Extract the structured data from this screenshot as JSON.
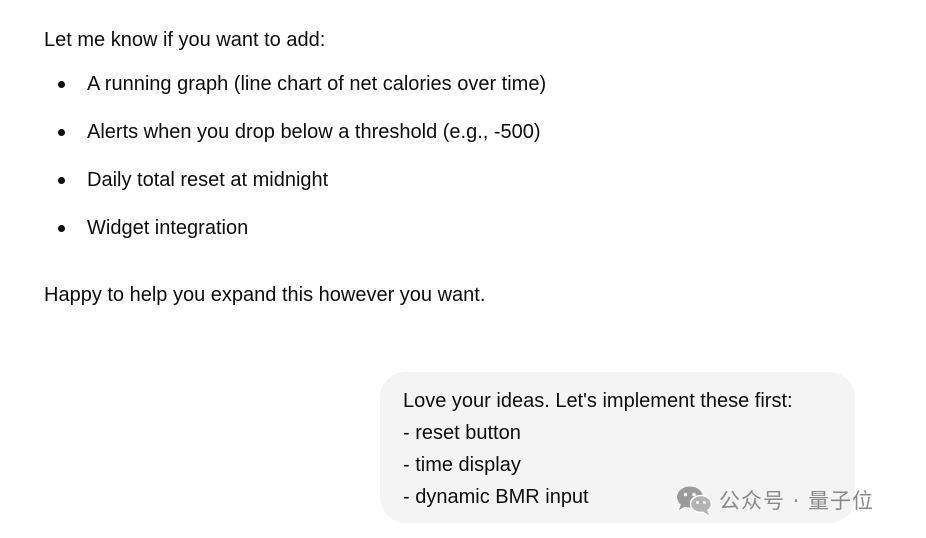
{
  "assistant": {
    "intro": "Let me know if you want to add:",
    "bullets": [
      "A running graph (line chart of net calories over time)",
      "Alerts when you drop below a threshold (e.g., -500)",
      "Daily total reset at midnight",
      "Widget integration"
    ],
    "outro": "Happy to help you expand this however you want."
  },
  "user_message": {
    "lines": [
      "Love your ideas. Let's implement these first:",
      "- reset button",
      "- time display",
      "- dynamic BMR input"
    ]
  },
  "watermark": {
    "icon": "wechat-icon",
    "text": "公众号 · 量子位",
    "color": "#8a8a8a"
  },
  "colors": {
    "text": "#0d0d0d",
    "bubble_background": "#f4f4f4",
    "page_background": "#ffffff"
  }
}
